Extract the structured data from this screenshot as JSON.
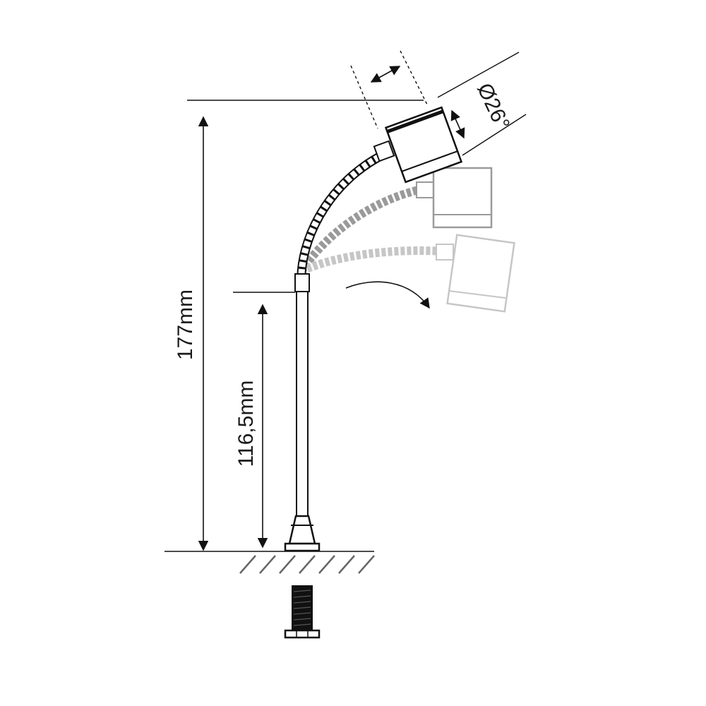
{
  "drawing": {
    "dimensions": {
      "total_height": "177mm",
      "stem_height": "116,5mm",
      "head_diameter": "Ø26°"
    },
    "colors": {
      "line": "#111111",
      "ghost_first": "#9a9a9a",
      "ghost_second": "#c6c6c6",
      "background": "#ffffff"
    }
  }
}
